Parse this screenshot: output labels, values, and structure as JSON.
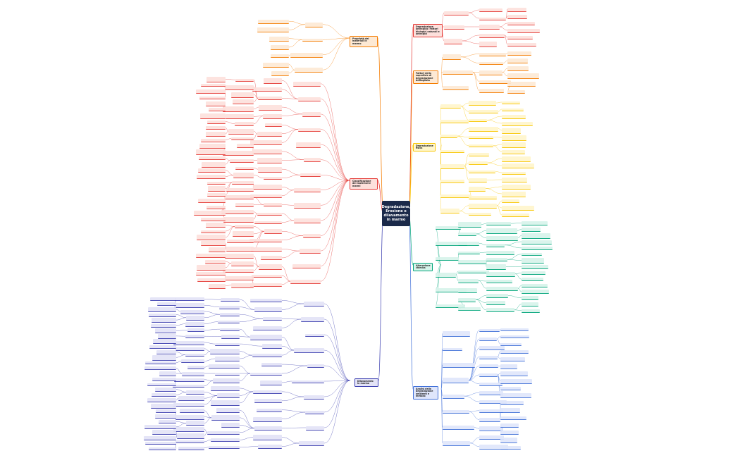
{
  "root": {
    "title": "Degradazione, Erosione e dilavamento in marmo"
  },
  "branches": [
    {
      "id": "b1",
      "title": "Degradazione antropica: Fattori biologici naturali e antropici",
      "color": "#e53935",
      "fill": "#fde0dc"
    },
    {
      "id": "b2",
      "title": "Fattori della superficie di degradazione dettagliata",
      "color": "#f57c00",
      "fill": "#fde9d4"
    },
    {
      "id": "b3",
      "title": "Degradazione fisica",
      "color": "#f9c600",
      "fill": "#fff6cc"
    },
    {
      "id": "b4",
      "title": "Alterazione chimica",
      "color": "#00a57a",
      "fill": "#d6f3ea"
    },
    {
      "id": "b5",
      "title": "Analisi della degradazione ambienti e metodo",
      "color": "#3f6fd8",
      "fill": "#dfe6fb"
    },
    {
      "id": "b6",
      "title": "Dilavamento in marmo",
      "color": "#3c3fb0",
      "fill": "#e3e3f7"
    },
    {
      "id": "b7",
      "title": "Classificazione dei materiali e marmi",
      "color": "#e53935",
      "fill": "#fde0dc"
    },
    {
      "id": "b8",
      "title": "Proprietà dei materiali in marmo",
      "color": "#f57c00",
      "fill": "#fde9d4"
    }
  ],
  "colors": {
    "root_bg": "#1b2a4a",
    "root_text": "#ffffff",
    "background": "#ffffff"
  }
}
